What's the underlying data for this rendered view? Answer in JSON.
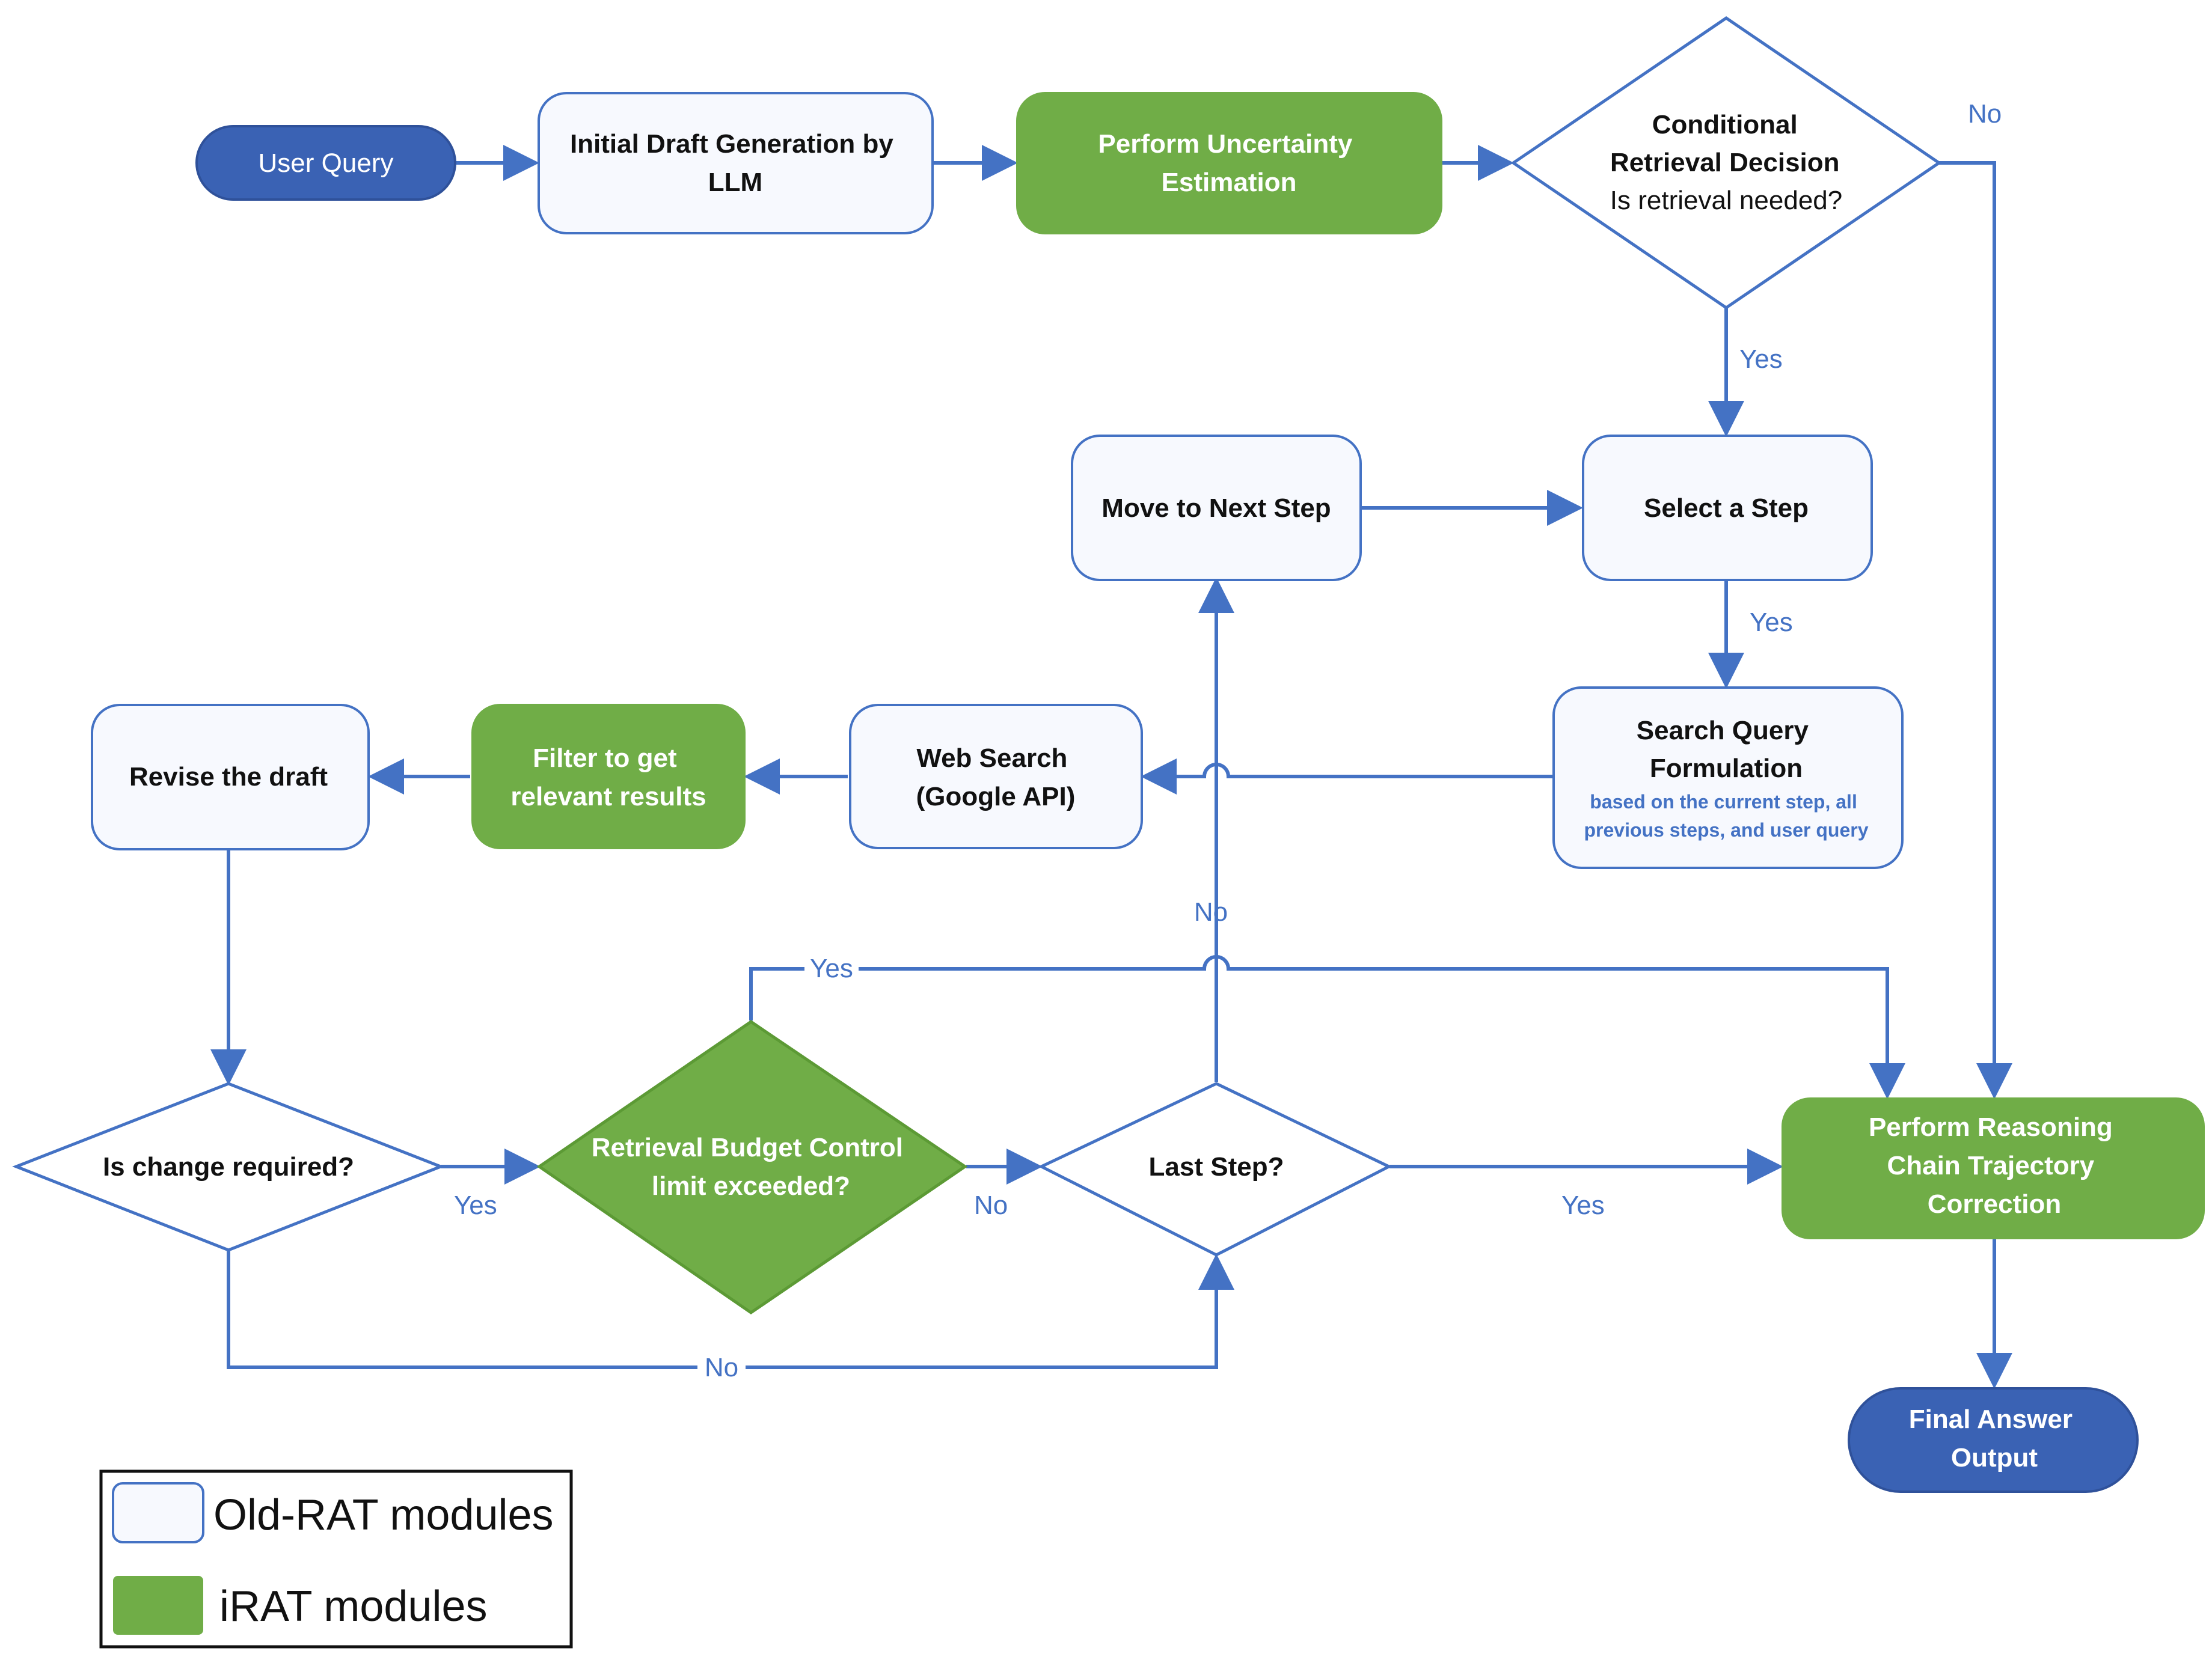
{
  "colors": {
    "line": "#4472c4",
    "node_dark": "#3a62b4",
    "node_green": "#70ad47",
    "node_light_fill": "#f7f9fe",
    "node_light_stroke": "#4472c4",
    "text_dark": "#111111",
    "text_white": "#ffffff",
    "text_blue": "#4472c4",
    "legend_border": "#111111"
  },
  "nodes": {
    "user_query": {
      "lines": [
        "User Query"
      ]
    },
    "initial_draft": {
      "lines": [
        "Initial Draft Generation by",
        "LLM"
      ]
    },
    "uncertainty": {
      "lines": [
        "Perform Uncertainty",
        "Estimation"
      ]
    },
    "conditional": {
      "lines": [
        "Conditional",
        "Retrieval Decision",
        "Is retrieval needed?"
      ]
    },
    "move_next": {
      "lines": [
        "Move to Next Step"
      ]
    },
    "select_step": {
      "lines": [
        "Select a Step"
      ]
    },
    "search_query": {
      "lines": [
        "Search Query",
        "Formulation"
      ],
      "note_lines": [
        "based on the current step, all",
        "previous steps, and user query"
      ]
    },
    "web_search": {
      "lines": [
        "Web Search",
        "(Google API)"
      ]
    },
    "filter": {
      "lines": [
        "Filter to get",
        "relevant results"
      ]
    },
    "revise": {
      "lines": [
        "Revise the draft"
      ]
    },
    "change_required": {
      "lines": [
        "Is change required?"
      ]
    },
    "budget": {
      "lines": [
        "Retrieval Budget Control",
        "limit exceeded?"
      ]
    },
    "last_step": {
      "lines": [
        "Last Step?"
      ]
    },
    "reasoning": {
      "lines": [
        "Perform Reasoning",
        "Chain Trajectory",
        "Correction"
      ]
    },
    "final": {
      "lines": [
        "Final Answer",
        "Output"
      ]
    }
  },
  "edge_labels": {
    "conditional_no": "No",
    "conditional_yes": "Yes",
    "select_yes": "Yes",
    "last_step_no": "No",
    "budget_yes": "Yes",
    "change_yes": "Yes",
    "budget_no": "No",
    "last_step_yes": "Yes",
    "change_no": "No"
  },
  "legend": {
    "old": "Old-RAT modules",
    "new": "iRAT modules"
  }
}
